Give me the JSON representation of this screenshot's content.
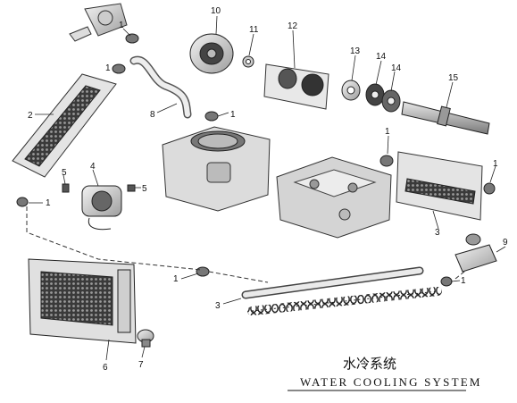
{
  "diagram": {
    "callouts": [
      "1",
      "2",
      "3",
      "4",
      "5",
      "6",
      "7",
      "8",
      "9",
      "10",
      "11",
      "12",
      "13",
      "14",
      "15"
    ],
    "title_cn": "水冷系统",
    "title_en": "WATER COOLING SYSTEM"
  }
}
